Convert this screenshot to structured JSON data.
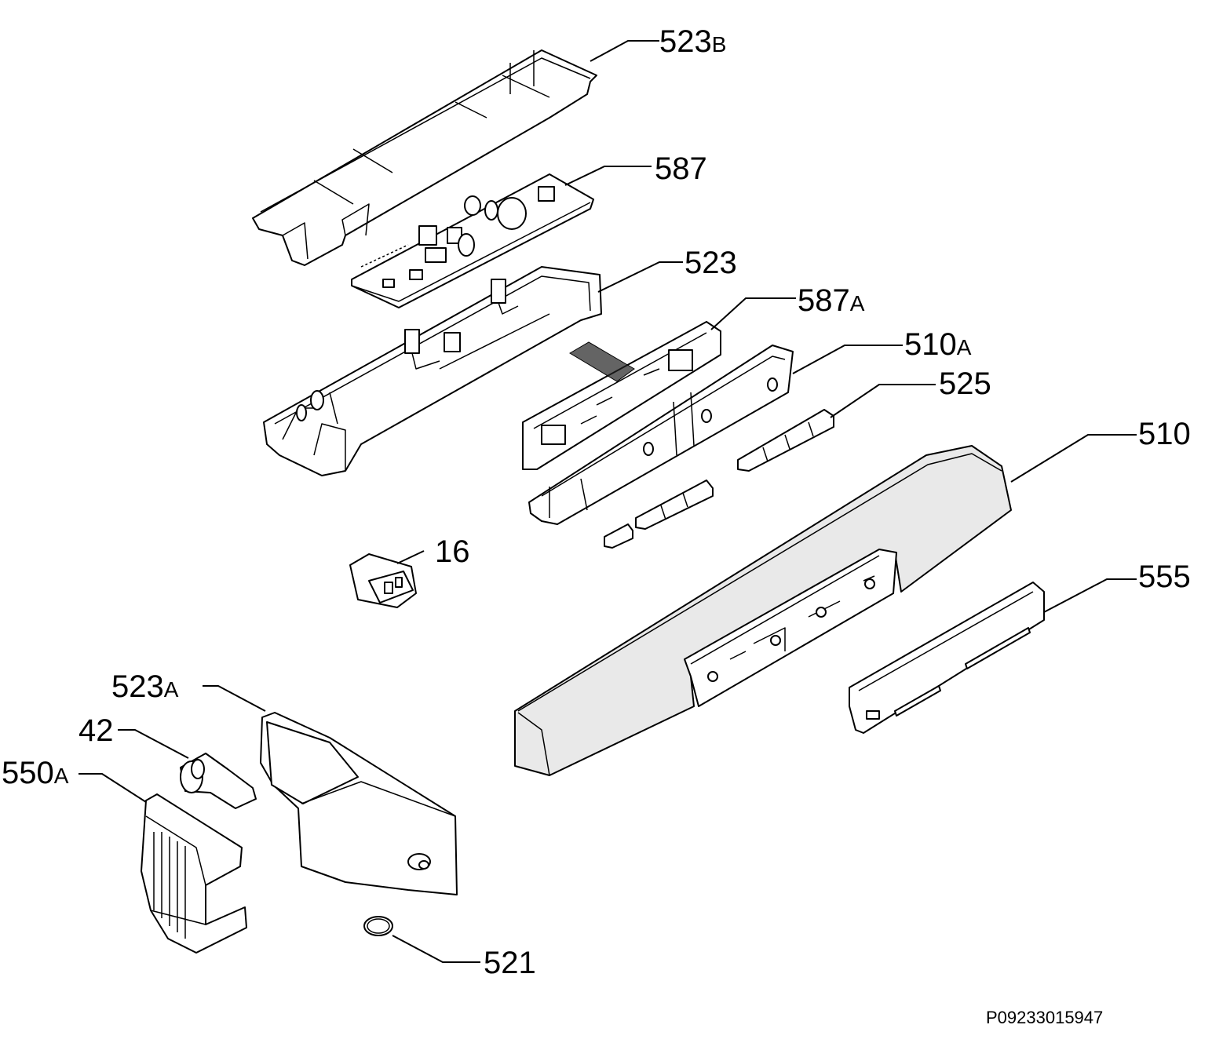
{
  "callouts": [
    {
      "id": "523b",
      "main": "523",
      "suffix": "B"
    },
    {
      "id": "587",
      "main": "587",
      "suffix": ""
    },
    {
      "id": "523",
      "main": "523",
      "suffix": ""
    },
    {
      "id": "587a",
      "main": "587",
      "suffix": "A"
    },
    {
      "id": "510a",
      "main": "510",
      "suffix": "A"
    },
    {
      "id": "525",
      "main": "525",
      "suffix": ""
    },
    {
      "id": "510",
      "main": "510",
      "suffix": ""
    },
    {
      "id": "16",
      "main": "16",
      "suffix": ""
    },
    {
      "id": "555",
      "main": "555",
      "suffix": ""
    },
    {
      "id": "523a",
      "main": "523",
      "suffix": "A"
    },
    {
      "id": "42",
      "main": "42",
      "suffix": ""
    },
    {
      "id": "550a",
      "main": "550",
      "suffix": "A"
    },
    {
      "id": "521",
      "main": "521",
      "suffix": ""
    }
  ],
  "document_id": "P09233015947"
}
